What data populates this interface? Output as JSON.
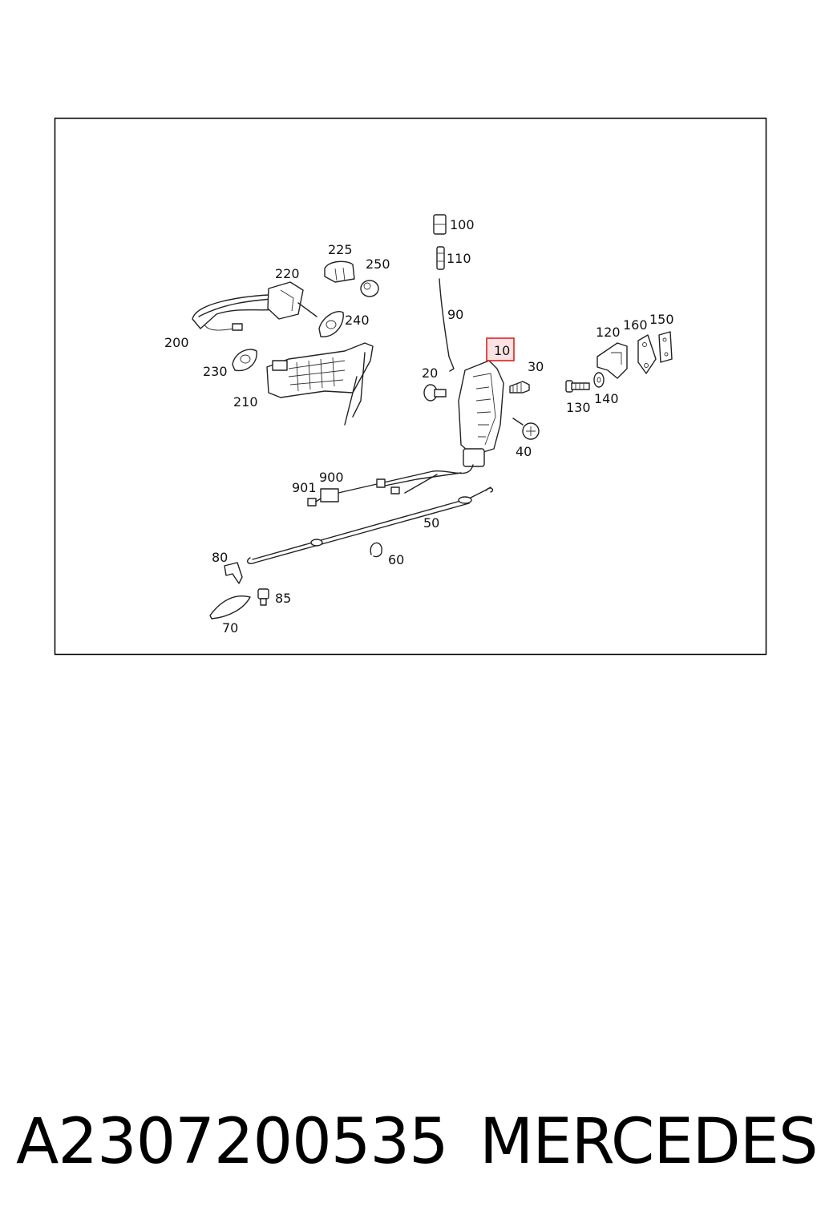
{
  "diagram": {
    "highlight_color": "#e02020",
    "highlight_fill": "#fbe3e3",
    "callouts": {
      "c10": "10",
      "c20": "20",
      "c30": "30",
      "c40": "40",
      "c50": "50",
      "c60": "60",
      "c70": "70",
      "c80": "80",
      "c85": "85",
      "c90": "90",
      "c100": "100",
      "c110": "110",
      "c120": "120",
      "c130": "130",
      "c140": "140",
      "c150": "150",
      "c160": "160",
      "c200": "200",
      "c210": "210",
      "c220": "220",
      "c225": "225",
      "c230": "230",
      "c240": "240",
      "c250": "250",
      "c900": "900",
      "c901": "901"
    }
  },
  "footer": {
    "part_number": "A2307200535",
    "brand": "MERCEDES"
  }
}
